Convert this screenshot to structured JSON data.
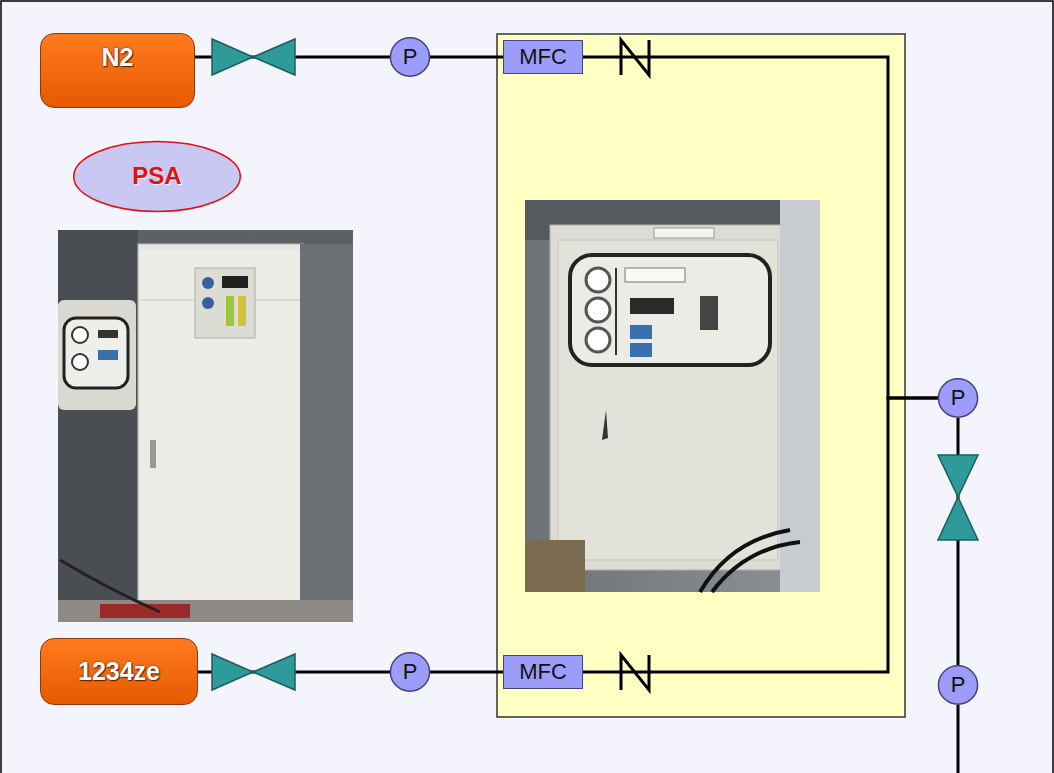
{
  "diagram": {
    "nodes": [
      {
        "text": [
          "N2"
        ]
      },
      {
        "text": [
          "PSA"
        ]
      },
      {
        "text": [
          "P"
        ]
      },
      {
        "text": [
          "MFC"
        ]
      },
      {
        "text": [
          "P"
        ]
      },
      {
        "text": [
          "1234ze"
        ]
      },
      {
        "text": [
          "P"
        ]
      },
      {
        "text": [
          "MFC"
        ]
      },
      {
        "text": [
          "P"
        ]
      }
    ],
    "edges": [
      {
        "from": 0,
        "to": 2,
        "arrow": "none"
      },
      {
        "from": 2,
        "to": 3,
        "arrow": "none"
      },
      {
        "from": 3,
        "to": 4,
        "arrow": "none"
      },
      {
        "from": 5,
        "to": 6,
        "arrow": "none"
      },
      {
        "from": 6,
        "to": 7,
        "arrow": "none"
      },
      {
        "from": 7,
        "to": 4,
        "arrow": "none"
      },
      {
        "from": 4,
        "to": 8,
        "arrow": "none"
      }
    ]
  }
}
